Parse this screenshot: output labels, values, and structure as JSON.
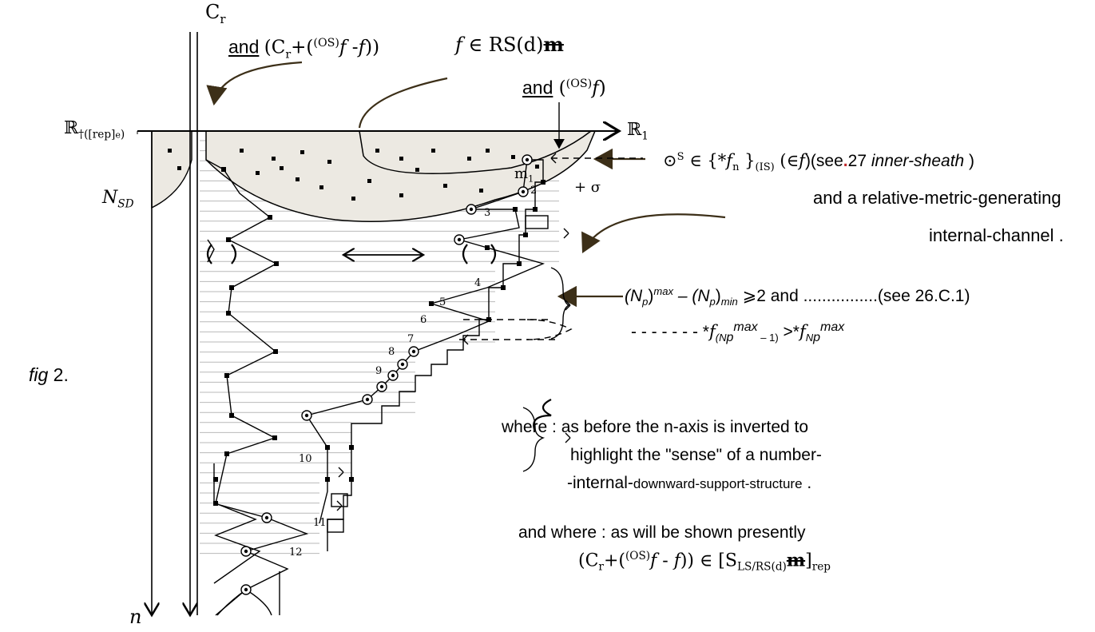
{
  "labels": {
    "c_r_top": "C",
    "c_r_top_sub": "r",
    "and_cr": "and",
    "cr_expr_a": "(C",
    "cr_expr_sub": "r",
    "cr_expr_b": "+(",
    "cr_expr_sup": "(OS)",
    "cr_expr_f1": "f",
    "cr_expr_mid": " -",
    "cr_expr_f2": "f",
    "cr_expr_end": "))",
    "f_in_rs_f": "f",
    "f_in_rs_a": " ∈ RS(d)",
    "f_in_rs_m": "m",
    "and_os": "and",
    "os_expr_a": " (",
    "os_expr_sup": "(OS)",
    "os_expr_f": "f",
    "os_expr_end": ")",
    "r_dagger": "ℝ",
    "r_dagger_sub": "†([rep]",
    "r_dagger_sub2": "e",
    "r_dagger_end": ")",
    "r_one": "ℝ",
    "r_one_sub": "1",
    "n_sd": "N",
    "n_sd_sub": "SD",
    "m1": "m",
    "m1_sub": "1",
    "plus_sigma": "+ σ",
    "odot_a": "⊙",
    "odot_sup": "S",
    "odot_b": " ∈ {*",
    "odot_f": "f",
    "odot_n": "n",
    "odot_c": " }",
    "odot_is": "(IS)",
    "odot_d": " (∈",
    "odot_f2": "f",
    "odot_e": ")(see",
    "odot_dot": ".",
    "odot_27": "27",
    "odot_inner": "inner-sheath",
    "odot_end": " )",
    "relmetric": "and a relative-metric-generating",
    "internal_channel": "internal-channel .",
    "np_a": "(N",
    "np_p1": "p",
    "np_b": ")",
    "np_max": "max",
    "np_c": " – (N",
    "np_p2": "p",
    "np_d": ")",
    "np_min": "min",
    "np_e": " ⩾2  and ................(see 26.C.1)",
    "fstar_a": "- - - - - - -   *",
    "fstar_f": "f",
    "fstar_sub1": "(N",
    "fstar_p": "p",
    "fstar_maxsup": "max",
    "fstar_sub2": " – 1)",
    "fstar_b": " >*",
    "fstar_f2": "f",
    "fstar_sub3": "N",
    "fstar_p2": "p",
    "fstar_maxsup2": "max",
    "fig": "fig",
    "fig_num": " 2.",
    "where1": "where : as before the n-axis is inverted to",
    "where2": "highlight the \"sense\" of a number-",
    "where3a": "-internal-",
    "where3b": "downward-support-structure",
    "where3c": " .",
    "where4": "and where : as will be shown presently",
    "final_a": "(C",
    "final_sub": "r",
    "final_b": "+(",
    "final_sup": "(OS)",
    "final_f1": "f",
    "final_mid": " - ",
    "final_f2": "f",
    "final_c": ")) ∈ [S",
    "final_sub2": "LS/RS(d)",
    "final_m": "m",
    "final_d": "]",
    "final_rep": "rep",
    "n_axis": "n",
    "node_numbers": [
      "2",
      "3",
      "4",
      "5",
      "6",
      "7",
      "8",
      "9",
      "10",
      "11",
      "12"
    ]
  },
  "colors": {
    "ink": "#000000",
    "grid": "#b9b9b9",
    "arrow_brown": "#4a3b22",
    "red_dot": "#c0282a",
    "stipple": "#e9e6df"
  }
}
